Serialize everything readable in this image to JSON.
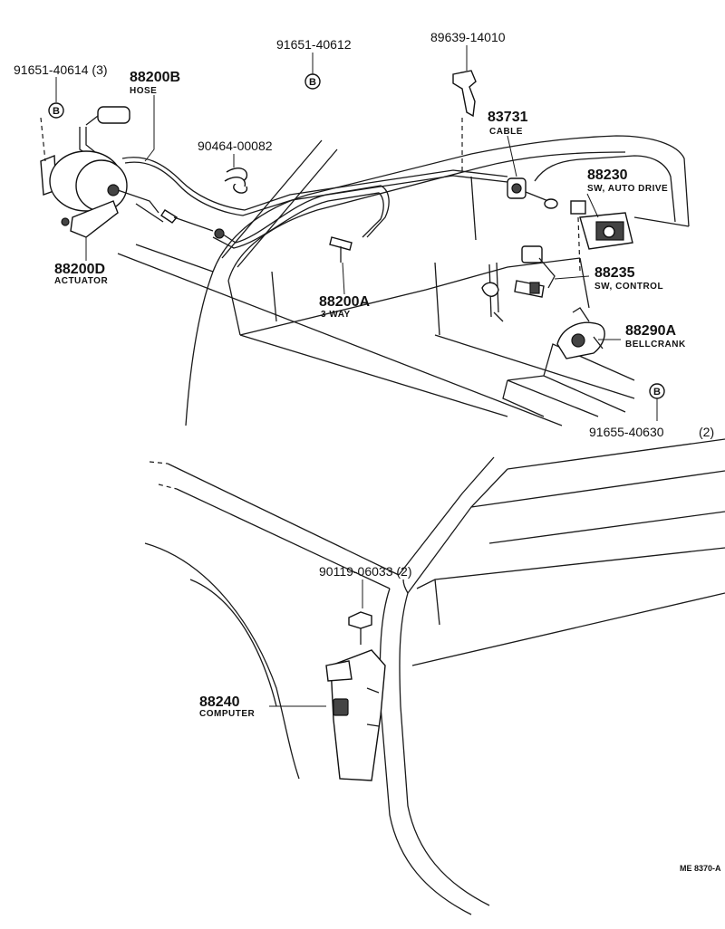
{
  "diagram": {
    "ref_code": "ME 8370-A",
    "bolt_mark": "B",
    "labels": {
      "p91651_40614": "91651-40614 (3)",
      "p88200b": "88200B",
      "p88200b_desc": "HOSE",
      "p91651_40612": "91651-40612",
      "p89639_14010": "89639-14010",
      "p90464_00082": "90464-00082",
      "p83731": "83731",
      "p83731_desc": "CABLE",
      "p88230": "88230",
      "p88230_desc": "SW, AUTO DRIVE",
      "p88200d": "88200D",
      "p88200d_desc": "ACTUATOR",
      "p88235": "88235",
      "p88235_desc": "SW, CONTROL",
      "p88200a": "88200A",
      "p88200a_desc": "3 WAY",
      "p88290a": "88290A",
      "p88290a_desc": "BELLCRANK",
      "p91655_40630": "91655-40630",
      "p91655_40630_qty": "(2)",
      "p90119_06033": "90119-06033 (2)",
      "p88240": "88240",
      "p88240_desc": "COMPUTER"
    }
  }
}
